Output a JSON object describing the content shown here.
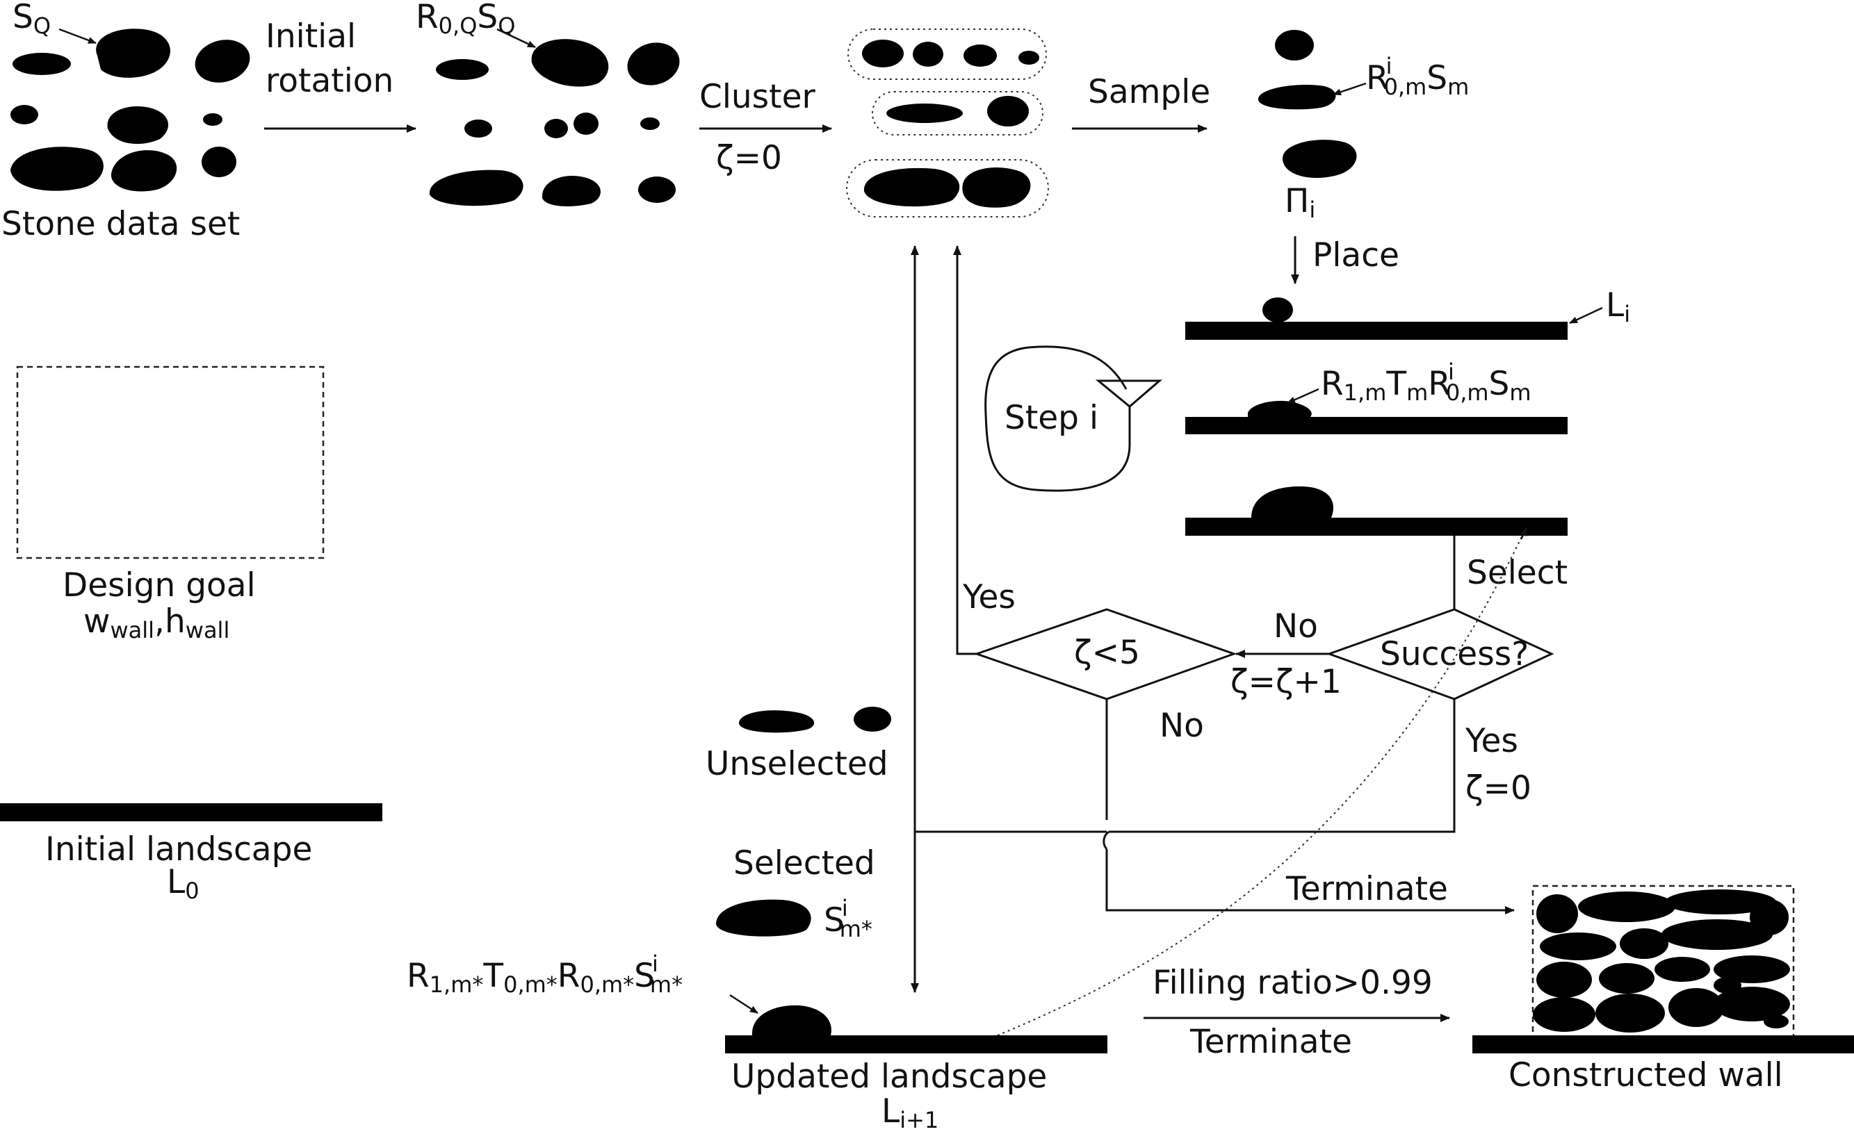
{
  "labels": {
    "sq": "S",
    "sq_sub": "Q",
    "initial_rotation_1": "Initial",
    "initial_rotation_2": "rotation",
    "r0q": "R",
    "r0q_sub": "0,Q",
    "r0q_s": "S",
    "r0q_s_sub": "Q",
    "cluster": "Cluster",
    "zeta_zero_top": "ζ=0",
    "sample": "Sample",
    "r0m_r": "R",
    "r0m_sup": "i",
    "r0m_sub": "0,m",
    "r0m_s": "S",
    "r0m_s_sub": "m",
    "pi": "Π",
    "pi_sub": "i",
    "stone_data_set": "Stone data set",
    "place": "Place",
    "li": "L",
    "li_sub": "i",
    "step_i": "Step i",
    "r1m_r": "R",
    "r1m_sub": "1,m",
    "r1m_t": "T",
    "r1m_t_sub": "m",
    "r1m_r0": "R",
    "r1m_r0_sup": "i",
    "r1m_r0_sub": "0,m",
    "r1m_s": "S",
    "r1m_s_sub": "m",
    "design_goal": "Design goal",
    "w_wall": "w",
    "w_wall_sub": "wall",
    "comma": ",",
    "h_wall": "h",
    "h_wall_sub": "wall",
    "select": "Select",
    "yes_left": "Yes",
    "no_top": "No",
    "zeta_lt5": "ζ<5",
    "success": "Success?",
    "zeta_inc": "ζ=ζ+1",
    "no_bottom": "No",
    "yes_bottom": "Yes",
    "zeta_zero_bottom": "ζ=0",
    "unselected": "Unselected",
    "initial_landscape": "Initial landscape",
    "l0": "L",
    "l0_sub": "0",
    "selected": "Selected",
    "sm_star": "S",
    "sm_star_sup": "i",
    "sm_star_sub": "m*",
    "terminate_top": "Terminate",
    "placed_r1": "R",
    "placed_r1_sub": "1,m*",
    "placed_t0": "T",
    "placed_t0_sub": "0,m*",
    "placed_r0": "R",
    "placed_r0_sub": "0,m*",
    "placed_s": "S",
    "placed_s_sup": "i",
    "placed_s_sub": "m*",
    "filling_ratio": "Filling ratio>0.99",
    "terminate_bottom": "Terminate",
    "updated_landscape": "Updated landscape",
    "li1": "L",
    "li1_sub": "i+1",
    "constructed_wall": "Constructed wall"
  }
}
